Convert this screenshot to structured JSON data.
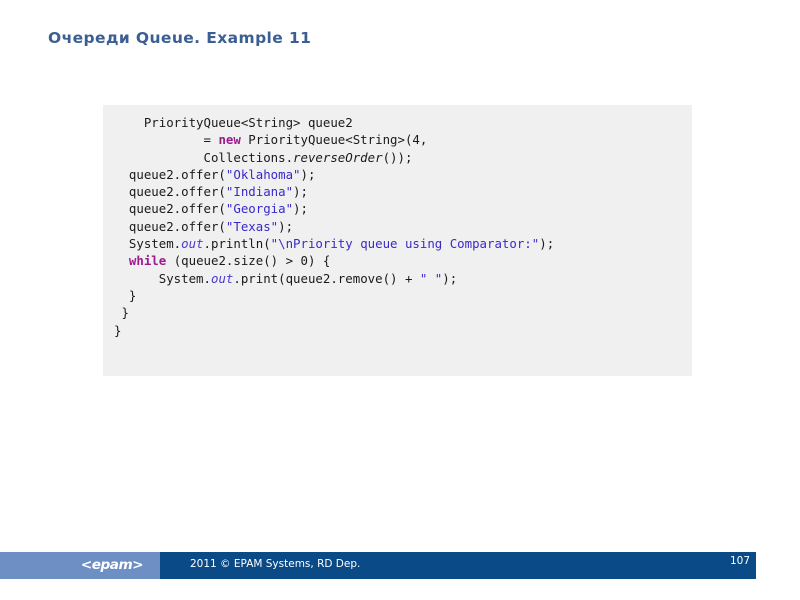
{
  "slide": {
    "title": "Очереди Queue. Example 11"
  },
  "code": {
    "language": "java",
    "lines": [
      [
        {
          "t": "plain",
          "v": "    PriorityQueue<String> queue2"
        }
      ],
      [
        {
          "t": "plain",
          "v": "            = "
        },
        {
          "t": "keyword",
          "v": "new"
        },
        {
          "t": "plain",
          "v": " PriorityQueue<String>(4,"
        }
      ],
      [
        {
          "t": "plain",
          "v": "            Collections."
        },
        {
          "t": "method",
          "v": "reverseOrder"
        },
        {
          "t": "plain",
          "v": "());"
        }
      ],
      [
        {
          "t": "plain",
          "v": "  queue2.offer("
        },
        {
          "t": "string",
          "v": "\"Oklahoma\""
        },
        {
          "t": "plain",
          "v": ");"
        }
      ],
      [
        {
          "t": "plain",
          "v": "  queue2.offer("
        },
        {
          "t": "string",
          "v": "\"Indiana\""
        },
        {
          "t": "plain",
          "v": ");"
        }
      ],
      [
        {
          "t": "plain",
          "v": "  queue2.offer("
        },
        {
          "t": "string",
          "v": "\"Georgia\""
        },
        {
          "t": "plain",
          "v": ");"
        }
      ],
      [
        {
          "t": "plain",
          "v": "  queue2.offer("
        },
        {
          "t": "string",
          "v": "\"Texas\""
        },
        {
          "t": "plain",
          "v": ");"
        }
      ],
      [
        {
          "t": "plain",
          "v": "  System."
        },
        {
          "t": "field",
          "v": "out"
        },
        {
          "t": "plain",
          "v": ".println("
        },
        {
          "t": "string",
          "v": "\"\\nPriority queue using Comparator:\""
        },
        {
          "t": "plain",
          "v": ");"
        }
      ],
      [
        {
          "t": "plain",
          "v": "  "
        },
        {
          "t": "keyword",
          "v": "while"
        },
        {
          "t": "plain",
          "v": " (queue2.size() > 0) {"
        }
      ],
      [
        {
          "t": "plain",
          "v": "      System."
        },
        {
          "t": "field",
          "v": "out"
        },
        {
          "t": "plain",
          "v": ".print(queue2.remove() + "
        },
        {
          "t": "string",
          "v": "\" \""
        },
        {
          "t": "plain",
          "v": ");"
        }
      ],
      [
        {
          "t": "plain",
          "v": "  }"
        }
      ],
      [
        {
          "t": "plain",
          "v": " }"
        }
      ],
      [
        {
          "t": "plain",
          "v": "}"
        }
      ]
    ]
  },
  "footer": {
    "logo_text": "<epam>",
    "copyright": "2011 © EPAM Systems, RD Dep.",
    "page_number": "107"
  },
  "colors": {
    "title": "#3b5f92",
    "code_background": "#f0f0f0",
    "keyword": "#9b1c8c",
    "string": "#3a29c9",
    "field": "#4a3ad0",
    "footer_band": "#6e8fc4",
    "footer_bar": "#0a4a86"
  }
}
